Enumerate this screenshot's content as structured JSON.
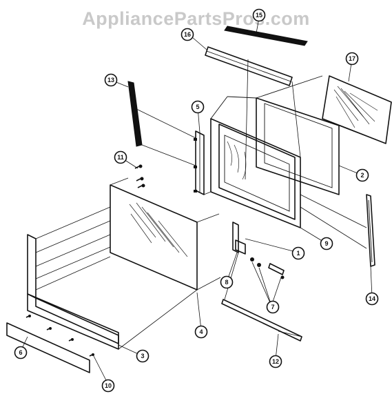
{
  "watermark": "AppliancePartsPros.com",
  "callouts": [
    {
      "label": "1"
    },
    {
      "label": "2"
    },
    {
      "label": "3"
    },
    {
      "label": "4"
    },
    {
      "label": "5"
    },
    {
      "label": "6"
    },
    {
      "label": "7"
    },
    {
      "label": "8"
    },
    {
      "label": "9"
    },
    {
      "label": "10"
    },
    {
      "label": "11"
    },
    {
      "label": "12"
    },
    {
      "label": "13"
    },
    {
      "label": "14"
    },
    {
      "label": "15"
    },
    {
      "label": "16"
    },
    {
      "label": "17"
    }
  ]
}
